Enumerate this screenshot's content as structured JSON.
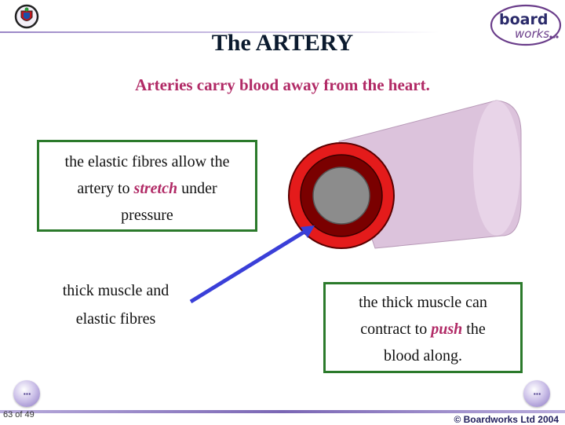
{
  "header": {
    "title": "The ARTERY",
    "subtitle": "Arteries carry blood away from the heart."
  },
  "boxes": {
    "elastic": {
      "line1": "the elastic fibres allow the",
      "line2_before": "artery to ",
      "line2_em": "stretch",
      "line2_after": " under",
      "line3": "pressure"
    },
    "muscle": {
      "line1": "the thick muscle can",
      "line2_before": "contract to ",
      "line2_em": "push",
      "line2_after": " the",
      "line3": "blood along."
    }
  },
  "labels": {
    "muscle_line1": "thick muscle and",
    "muscle_line2": "elastic fibres"
  },
  "logo": {
    "word1": "board",
    "word2": "works"
  },
  "footer": {
    "page_counter": "63 of 49",
    "copyright": "© Boardworks Ltd 2004",
    "prev_label": "···",
    "next_label": "···"
  },
  "colors": {
    "accent": "#b12a66",
    "box_border": "#2b7a2b",
    "artery_outer": "#e41b1b",
    "artery_muscle": "#7a0000",
    "lumen": "#8c8c8c",
    "tube": "#dcc3dc",
    "arrow": "#3a3fd8"
  },
  "icons": {
    "school": "school-crest-icon",
    "brand": "boardworks-logo",
    "prev": "previous-arrow-icon",
    "next": "next-arrow-icon"
  }
}
